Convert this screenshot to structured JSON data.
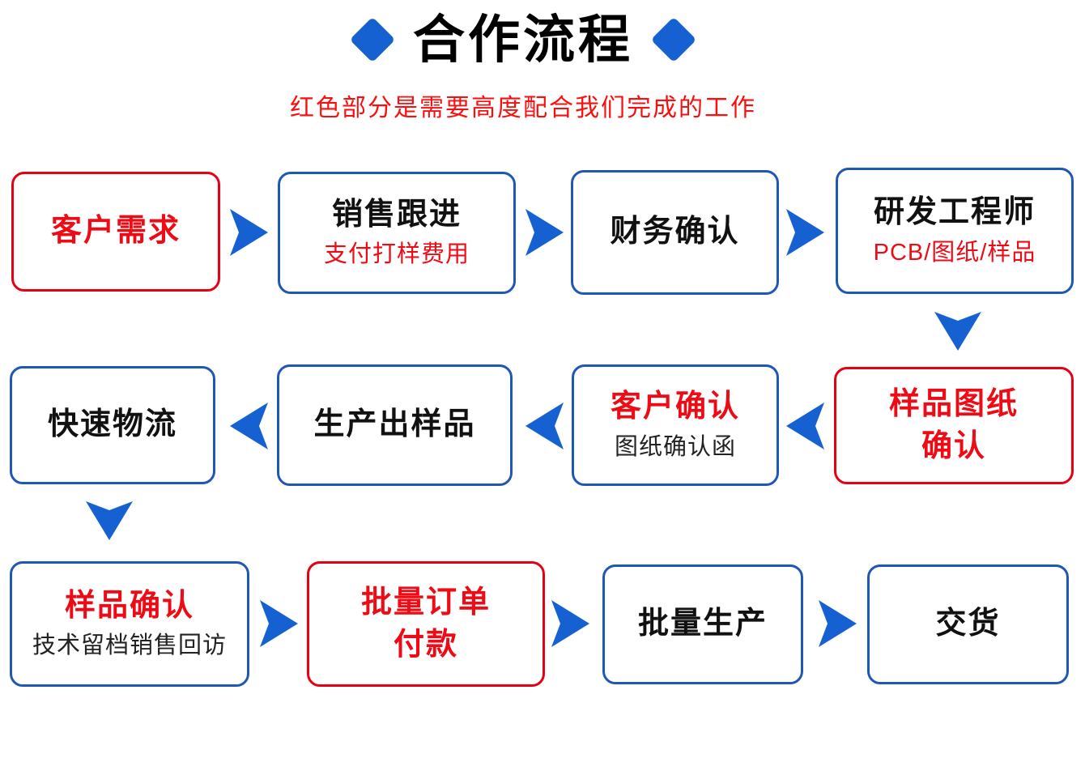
{
  "header": {
    "title": "合作流程",
    "subtitle": "红色部分是需要高度配合我们完成的工作"
  },
  "colors": {
    "arrow_blue": "#1561d2",
    "box_border_blue": "#1f57b4",
    "box_border_red": "#e60014",
    "red_text": "#ed0b16",
    "subtitle_red": "#fa0f0f",
    "black_text": "#111111"
  },
  "icons": {
    "title_left": "diamond-icon",
    "title_right": "diamond-icon",
    "flow": "chevron-arrow-icon"
  },
  "nodes": [
    {
      "label": "客户需求"
    },
    {
      "label": "销售跟进",
      "sub": "支付打样费用"
    },
    {
      "label": "财务确认"
    },
    {
      "label": "研发工程师",
      "sub": "PCB/图纸/样品"
    },
    {
      "label": "样品图纸",
      "label2": "确认"
    },
    {
      "label": "客户确认",
      "sub": "图纸确认函"
    },
    {
      "label": "生产出样品"
    },
    {
      "label": "快速物流"
    },
    {
      "label": "样品确认",
      "sub": "技术留档销售回访"
    },
    {
      "label": "批量订单",
      "label2": "付款"
    },
    {
      "label": "批量生产"
    },
    {
      "label": "交货"
    }
  ]
}
